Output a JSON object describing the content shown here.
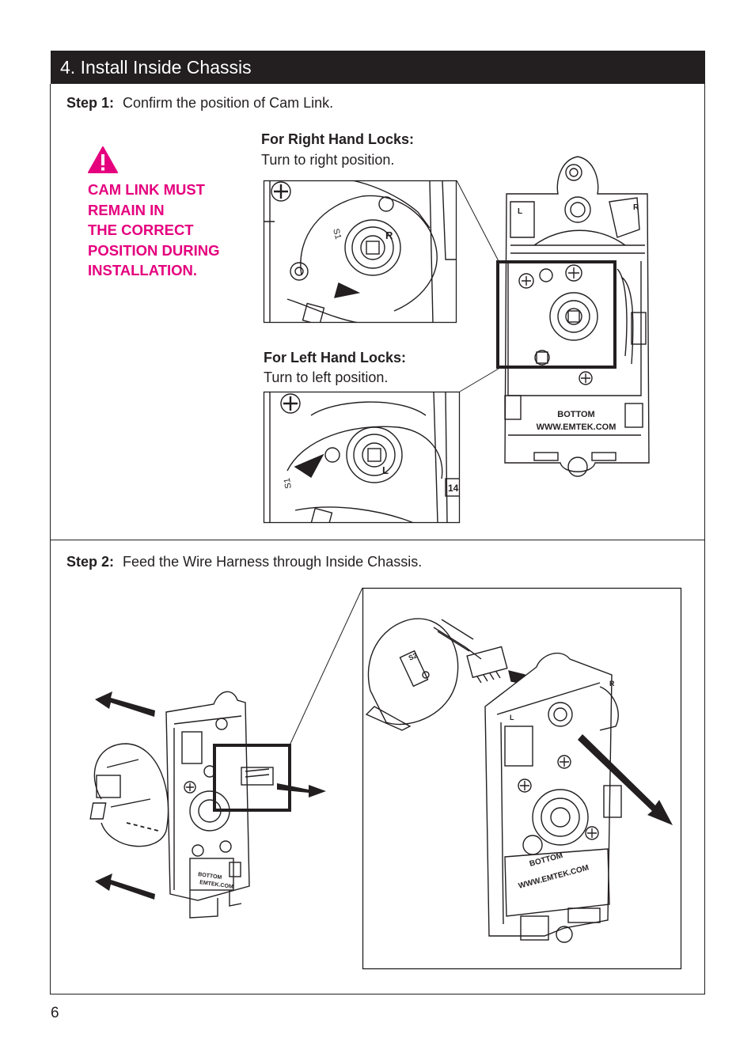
{
  "section": {
    "title": "4. Install Inside Chassis"
  },
  "step1": {
    "label": "Step 1:",
    "text": "Confirm the position of Cam Link."
  },
  "warning": {
    "lines": [
      "CAM LINK MUST",
      "REMAIN IN",
      "THE CORRECT",
      "POSITION DURING",
      "INSTALLATION."
    ],
    "color": "#e5007e"
  },
  "right_hand": {
    "title": "For Right Hand Locks:",
    "text": "Turn to right position.",
    "marker": "R",
    "cam_label": "S1"
  },
  "left_hand": {
    "title": "For Left Hand Locks:",
    "text": "Turn to left position.",
    "marker": "L",
    "cam_label": "S1",
    "edge_number": "14"
  },
  "chassis": {
    "bottom_label": "BOTTOM",
    "url_label": "WWW.EMTEK.COM",
    "corner_r": "R",
    "corner_l": "L"
  },
  "step2": {
    "label": "Step 2:",
    "text": "Feed the Wire Harness through Inside Chassis."
  },
  "detail": {
    "bottom_label": "BOTTOM",
    "url_label": "WWW.EMTEK.COM",
    "corner_r": "R",
    "corner_l": "L",
    "connector_label": "S2",
    "small_bottom": "BOTTOM",
    "small_url": "EMTEK.COM"
  },
  "page_number": "6"
}
